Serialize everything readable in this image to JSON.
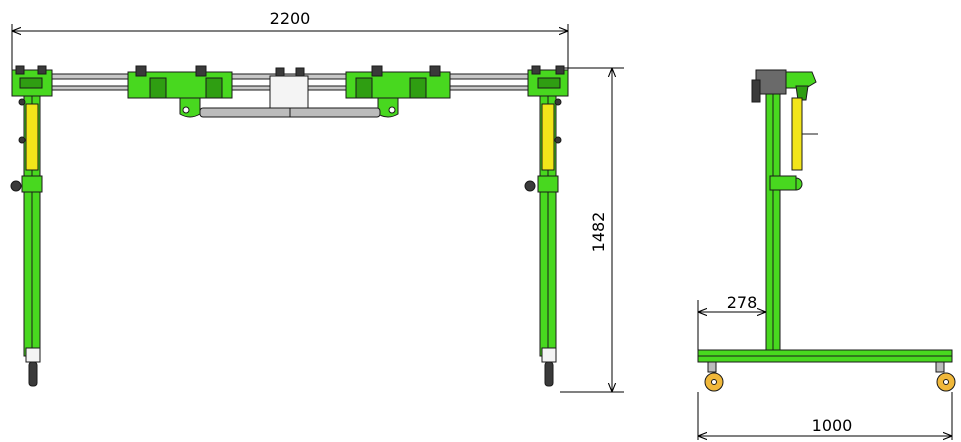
{
  "dimensions": {
    "overall_width": "2200",
    "overall_height": "1482",
    "side_offset": "278",
    "base_length": "1000"
  },
  "colors": {
    "frame_green": "#48d81f",
    "dark_green": "#2f9e12",
    "cylinder_yellow": "#f2e51a",
    "caster_orange": "#f0b83a",
    "rod_gray": "#bcbcbc",
    "line": "#1a1a1a"
  }
}
